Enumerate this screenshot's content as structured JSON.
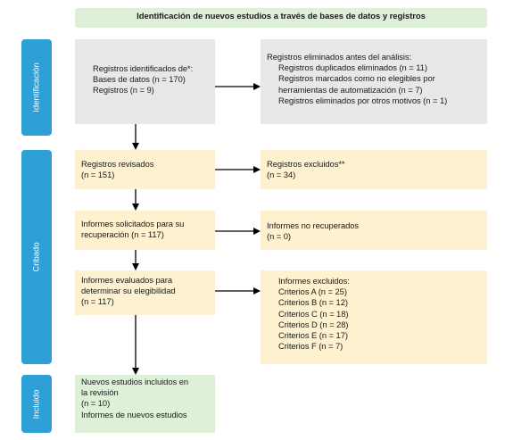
{
  "title": "Identificación de nuevos estudios a través de bases de datos y registros",
  "phases": {
    "identification": "Identificación",
    "screening": "Cribado",
    "included": "Incluido"
  },
  "boxes": {
    "identified": {
      "l1": "Registros identificados de*:",
      "l2": "Bases de datos (n = 170)",
      "l3": "Registros (n = 9)"
    },
    "removed": {
      "l1": "Registros eliminados antes del análisis:",
      "l2": "Registros duplicados eliminados (n = 11)",
      "l3": "Registros marcados como no elegibles por",
      "l4": "herramientas de automatización (n = 7)",
      "l5": "Registros eliminados por otros motivos (n = 1)"
    },
    "screened": {
      "l1": "Registros revisados",
      "l2": "(n = 151)"
    },
    "excluded": {
      "l1": "Registros excluidos**",
      "l2": "(n = 34)"
    },
    "sought": {
      "l1": "Informes solicitados para su",
      "l2": "recuperación (n = 117)"
    },
    "not_retrieved": {
      "l1": "Informes no recuperados",
      "l2": "(n = 0)"
    },
    "assessed": {
      "l1": "Informes evaluados para",
      "l2": "determinar su elegibilidad",
      "l3": "(n = 117)"
    },
    "reports_excluded": {
      "l1": "Informes excluidos:",
      "l2": "Criterios A (n = 25)",
      "l3": "Criterios B (n = 12)",
      "l4": "Criterios C (n = 18)",
      "l5": "Criterios D (n = 28)",
      "l6": "Criterios E (n = 17)",
      "l7": "Criterios F (n = 7)"
    },
    "included": {
      "l1": "Nuevos estudios incluidos en",
      "l2": "la revisión",
      "l3": "(n = 10)",
      "l4": "Informes de nuevos estudios"
    }
  },
  "colors": {
    "phase_label": "#2f9fd8",
    "title_fill": "#dff0d8",
    "identification_fill": "#e8e8e8",
    "screening_fill": "#fdf1cf",
    "included_fill": "#dff0d8",
    "arrow": "#000000"
  }
}
